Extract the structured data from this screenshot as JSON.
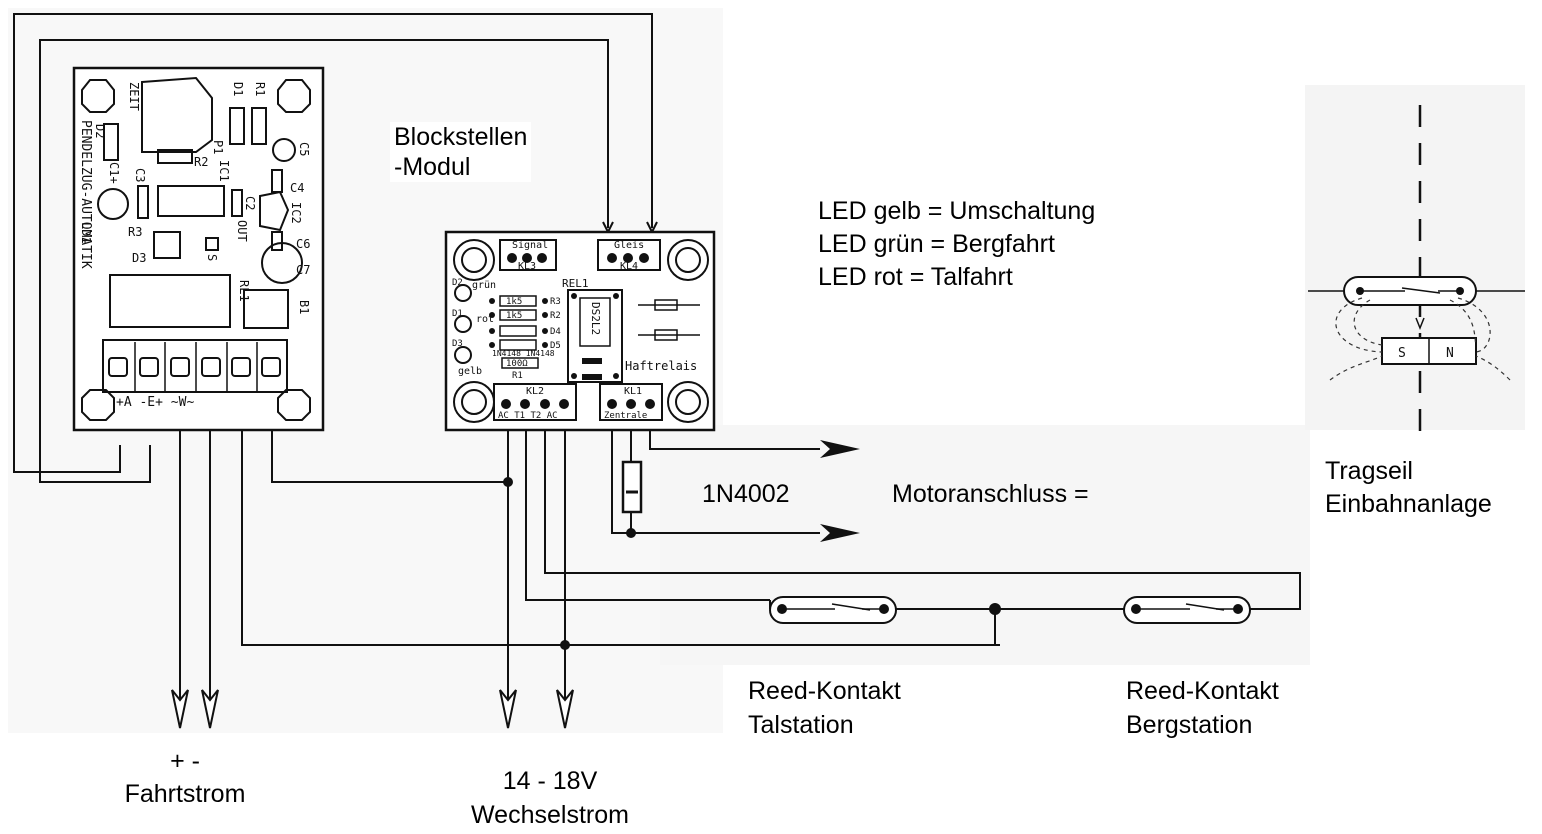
{
  "labels": {
    "blockstellen_modul_line1": "Blockstellen",
    "blockstellen_modul_line2": "-Modul",
    "led_gelb": "LED gelb = Umschaltung",
    "led_gruen": "LED grün = Bergfahrt",
    "led_rot": "LED rot = Talfahrt",
    "diode": "1N4002",
    "motoranschluss": "Motoranschluss =",
    "tragseil_line1": "Tragseil",
    "tragseil_line2": "Einbahnanlage",
    "reed_tal_line1": "Reed-Kontakt",
    "reed_tal_line2": "Talstation",
    "reed_berg_line1": "Reed-Kontakt",
    "reed_berg_line2": "Bergstation",
    "fahrtstrom_line1": "+ -",
    "fahrtstrom_line2": "Fahrtstrom",
    "wechselstrom_line1": "14 - 18V",
    "wechselstrom_line2": "Wechselstrom"
  },
  "pendelzug_board": {
    "title": "PENDELZUG-AUTOMATIK",
    "components": {
      "zeit": "ZEIT",
      "d1": "D1",
      "r1": "R1",
      "d2": "D2",
      "p1": "P1",
      "r2": "R2",
      "c5": "C5",
      "c1": "C1+",
      "c3": "C3",
      "ic1": "IC1",
      "c2": "C2",
      "c4": "C4",
      "ic2": "IC2",
      "ld1": "LD1",
      "r3": "R3",
      "d3": "D3",
      "s": "S",
      "out": "OUT",
      "c6": "C6",
      "c7": "C7",
      "rl1": "RL1",
      "b1": "B1"
    },
    "terminal_labels": "+A   -E+   ~W~"
  },
  "block_board": {
    "signal": "Signal",
    "kl3": "KL3",
    "gleis": "Gleis",
    "kl4": "KL4",
    "rel1": "REL1",
    "ds2l2": "DS2L2",
    "gruen": "grün",
    "rot": "rot",
    "gelb": "gelb",
    "r_1k5": "1k5",
    "r_100": "100Ω",
    "diode_pair": "1N4148 1N4148",
    "d_labels": [
      "D2",
      "D1",
      "D3"
    ],
    "r_labels": [
      "R3",
      "R2",
      "D4",
      "D5",
      "R1"
    ],
    "haftrelais": "Haftrelais",
    "kl2": "KL2",
    "kl2_pins": "AC  T1 T2  AC",
    "kl1": "KL1",
    "zentrale": "Zentrale"
  }
}
